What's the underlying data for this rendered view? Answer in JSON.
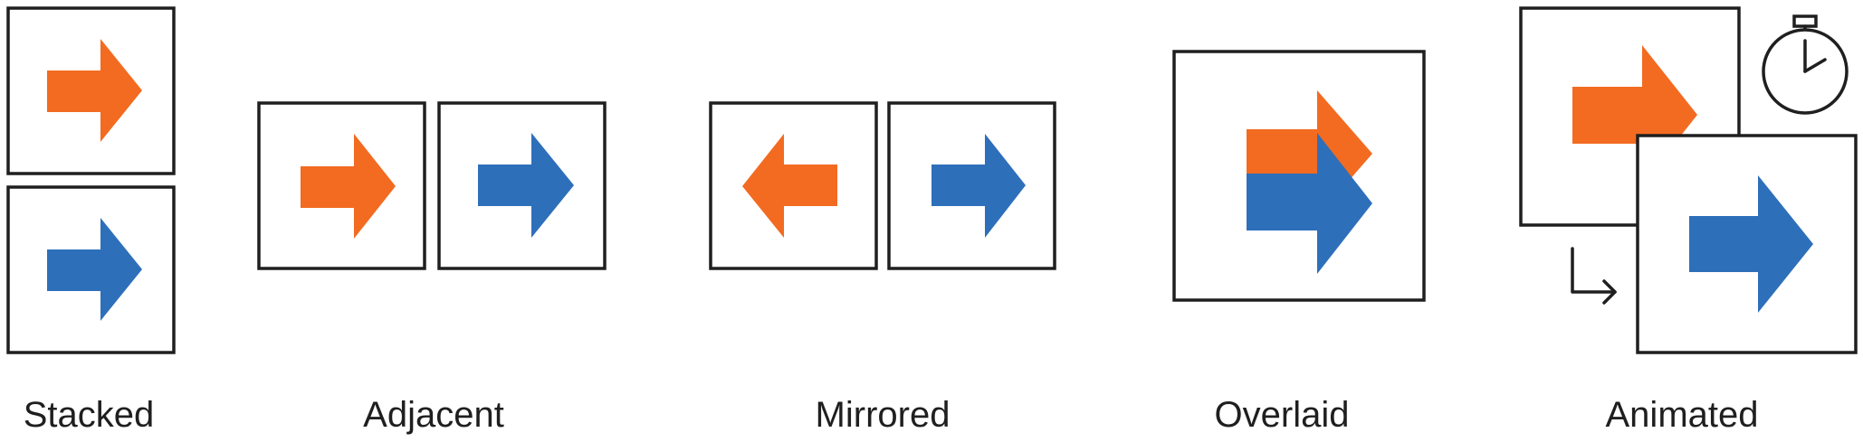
{
  "colors": {
    "orange": "#F26B21",
    "blue": "#2E6FBA",
    "frame": "#1f1f1f"
  },
  "labels": {
    "stacked": "Stacked",
    "adjacent": "Adjacent",
    "mirrored": "Mirrored",
    "overlaid": "Overlaid",
    "animated": "Animated"
  },
  "icons": [
    "stopwatch-icon",
    "corner-down-right-arrow-icon"
  ]
}
